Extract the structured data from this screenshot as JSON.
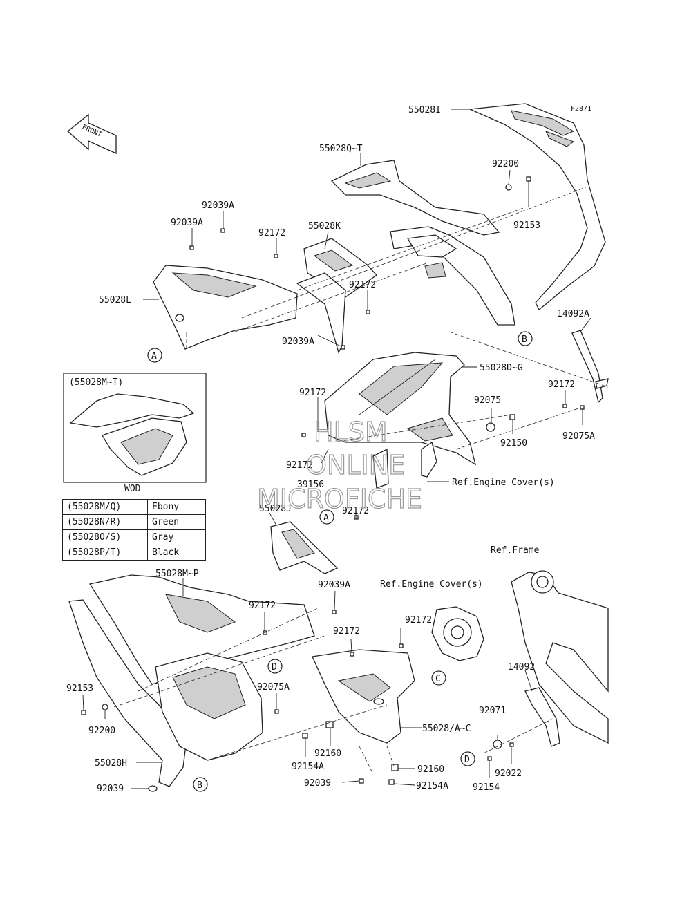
{
  "figure_code": "F2871",
  "front_arrow_label": "FRONT",
  "inset": {
    "title": "(55028M~T)",
    "caption": "WOD"
  },
  "legend": [
    {
      "code": "(55028M/Q)",
      "color": "Ebony"
    },
    {
      "code": "(55028N/R)",
      "color": "Green"
    },
    {
      "code": "(55028O/S)",
      "color": "Gray"
    },
    {
      "code": "(55028P/T)",
      "color": "Black"
    }
  ],
  "watermark": {
    "line1": "HLSM",
    "line2": "ONLINE",
    "line3": "MICROFICHE"
  },
  "callouts": {
    "a": "A",
    "b": "B",
    "c": "C",
    "d": "D"
  },
  "labels": {
    "p55028I": "55028I",
    "p55028QT": "55028Q~T",
    "p92200_top": "92200",
    "p92153_top": "92153",
    "p92039A_1": "92039A",
    "p92039A_2": "92039A",
    "p92172_1": "92172",
    "p55028K": "55028K",
    "p55028L": "55028L",
    "p92172_2": "92172",
    "p92039A_3": "92039A",
    "p14092A": "14092A",
    "p55028DG": "55028D~G",
    "p92172_3": "92172",
    "p92075": "92075",
    "p92172_4": "92172",
    "p92150": "92150",
    "p92075A_1": "92075A",
    "p92172_5": "92172",
    "p39156": "39156",
    "ref_engine_cover_1": "Ref.Engine Cover(s)",
    "p55028J": "55028J",
    "p92172_6": "92172",
    "p55028MP": "55028M~P",
    "p92039A_4": "92039A",
    "ref_frame": "Ref.Frame",
    "ref_engine_cover_2": "Ref.Engine Cover(s)",
    "p92172_7": "92172",
    "p92172_8": "92172",
    "p92172_9": "92172",
    "p14092": "14092",
    "p92153_bot": "92153",
    "p92075A_2": "92075A",
    "p92200_bot": "92200",
    "p55028AC": "55028/A~C",
    "p92071": "92071",
    "p92160_1": "92160",
    "p55028H": "55028H",
    "p92154A_1": "92154A",
    "p92160_2": "92160",
    "p92022": "92022",
    "p92039": "92039",
    "p92039_b": "92039",
    "p92154A_2": "92154A",
    "p92154": "92154"
  }
}
